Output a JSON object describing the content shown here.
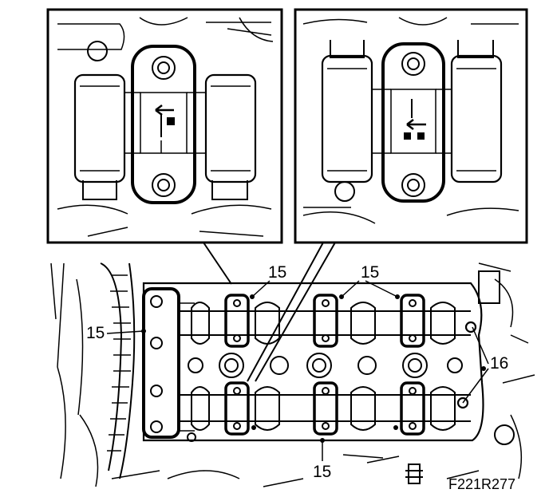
{
  "callouts": {
    "top_center": "15",
    "top_right": "15",
    "left": "15",
    "bottom": "15",
    "right": "16"
  },
  "figure_code": "F221R277",
  "colors": {
    "ink": "#000000",
    "background": "#ffffff"
  }
}
